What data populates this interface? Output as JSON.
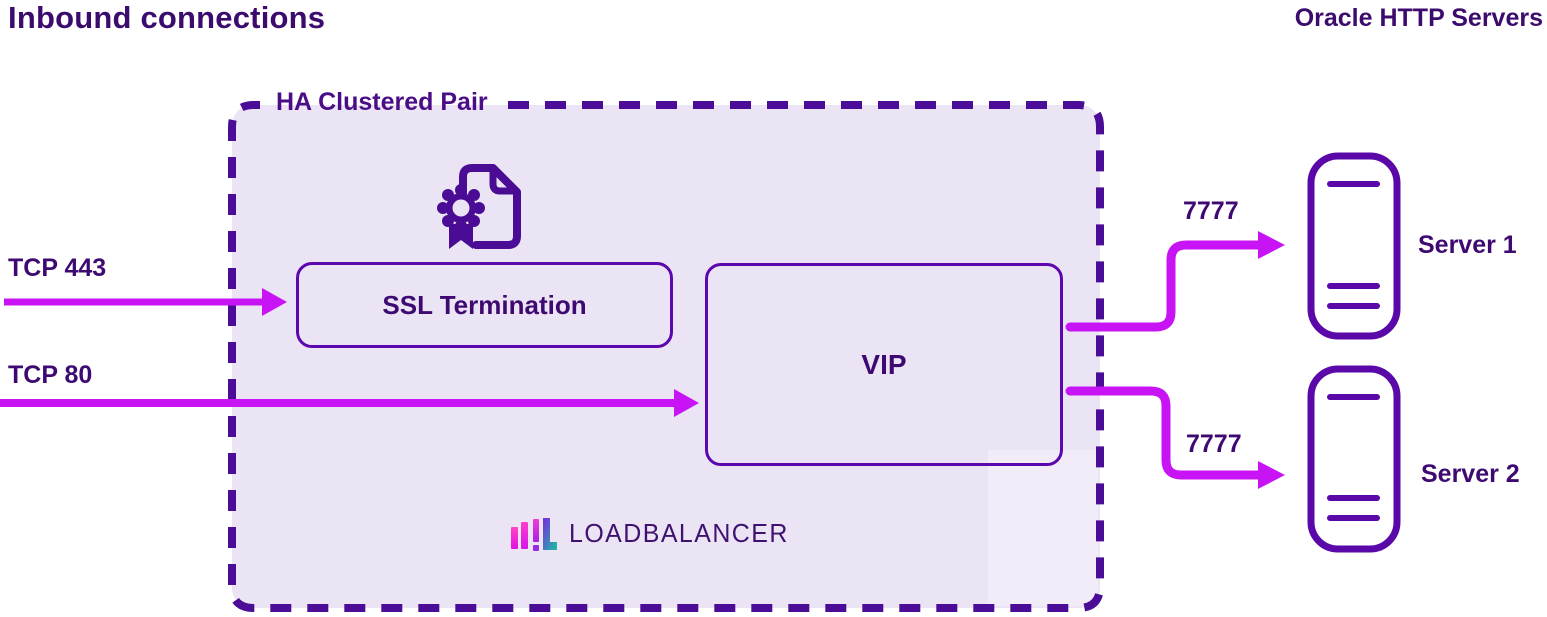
{
  "page": {
    "title": "Inbound connections",
    "right_title": "Oracle HTTP Servers"
  },
  "cluster": {
    "label": "HA Clustered Pair",
    "ssl_label": "SSL Termination",
    "vip_label": "VIP",
    "brand_text": "LOADBALANCER"
  },
  "inbound": [
    {
      "label": "TCP 443"
    },
    {
      "label": "TCP 80"
    }
  ],
  "outbound": [
    {
      "port": "7777",
      "server": "Server 1"
    },
    {
      "port": "7777",
      "server": "Server 2"
    }
  ],
  "icons": {
    "certificate": "ssl-certificate-icon",
    "server1": "server-icon",
    "server2": "server-icon",
    "brand": "loadbalancer-bars-icon"
  },
  "colors": {
    "accent_magenta": "#c814f5",
    "deep_purple_text": "#3e0a72",
    "box_border_purple": "#5c07ad",
    "dashed_border_purple": "#4b0c98",
    "cluster_fill_lavender": "#ebe4f5"
  }
}
